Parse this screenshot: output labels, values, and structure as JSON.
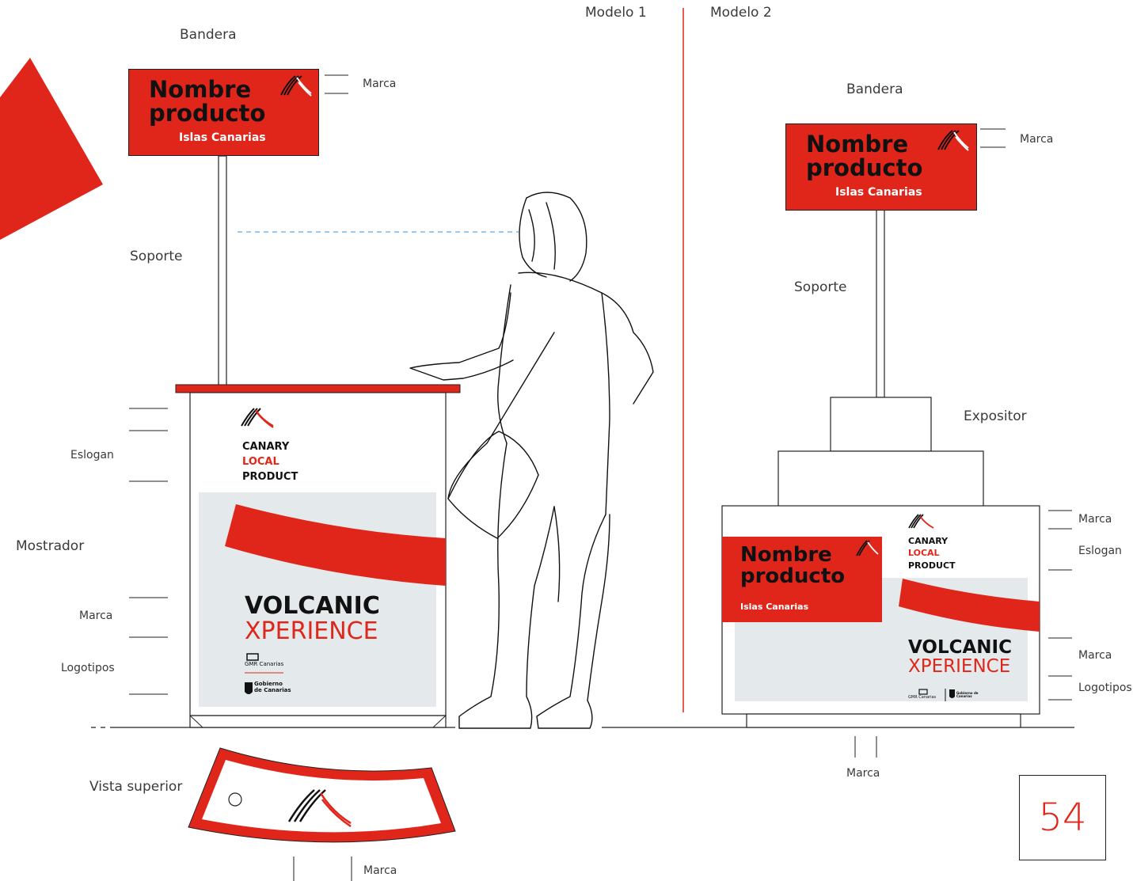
{
  "model_labels": {
    "model1": "Modelo 1",
    "model2": "Modelo 2"
  },
  "model1": {
    "bandera": "Bandera",
    "soporte": "Soporte",
    "mostrador": "Mostrador",
    "eslogan": "Eslogan",
    "marca_banner": "Marca",
    "marca_counter": "Marca",
    "logotipos": "Logotipos",
    "vista_superior": "Vista superior",
    "marca_top_view": "Marca",
    "banner": {
      "name_line1": "Nombre",
      "name_line2": "producto",
      "subtitle": "Islas Canarias"
    },
    "counter": {
      "slogan_line1": "CANARY",
      "slogan_line2": "LOCAL",
      "slogan_line3": "PRODUCT",
      "brand_line1": "VOLCANIC",
      "brand_line2": "XPERIENCE",
      "logo_gmr": "GMR Canarias",
      "logo_gobierno_line1": "Gobierno",
      "logo_gobierno_line2": "de Canarias"
    }
  },
  "model2": {
    "bandera": "Bandera",
    "soporte": "Soporte",
    "expositor": "Expositor",
    "marca_banner": "Marca",
    "marca_top": "Marca",
    "eslogan": "Eslogan",
    "marca_mid": "Marca",
    "logotipos": "Logotipos",
    "marca_base": "Marca",
    "banner": {
      "name_line1": "Nombre",
      "name_line2": "producto",
      "subtitle": "Islas Canarias"
    },
    "counter": {
      "name_line1": "Nombre",
      "name_line2": "producto",
      "subtitle": "Islas Canarias",
      "slogan_line1": "CANARY",
      "slogan_line2": "LOCAL",
      "slogan_line3": "PRODUCT",
      "brand_line1": "VOLCANIC",
      "brand_line2": "XPERIENCE",
      "logo_gmr": "GMR Canarias",
      "logo_gobierno": "Gobierno de Canarias"
    }
  },
  "page_number": "54",
  "colors": {
    "brand_red": "#e0261b",
    "panel_grey": "#e4e9ec",
    "line": "#222222",
    "guide_blue": "#5aa9e6"
  },
  "icons": [
    "brand-mark-icon",
    "coat-of-arms-icon",
    "gmr-logo-icon"
  ]
}
